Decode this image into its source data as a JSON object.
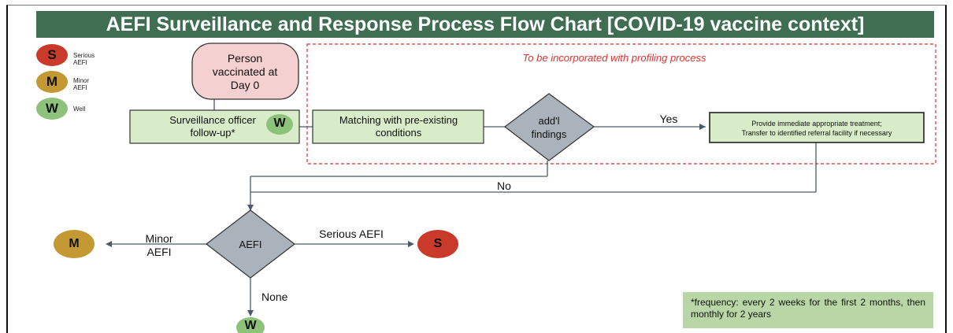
{
  "title": "AEFI Surveillance and Response Process Flow Chart [COVID-19 vaccine context]",
  "legend": [
    {
      "letter": "S",
      "label_line1": "Serious",
      "label_line2": "AEFI",
      "color": "#c93a2b"
    },
    {
      "letter": "M",
      "label_line1": "Minor",
      "label_line2": "AEFI",
      "color": "#c49833"
    },
    {
      "letter": "W",
      "label_line1": "Well",
      "label_line2": "",
      "color": "#8dc27a"
    }
  ],
  "nodes": {
    "person": "Person vaccinated at Day 0",
    "surveillance": "Surveillance officer follow-up*",
    "matching": "Matching with pre-existing conditions",
    "findings": "add'l findings",
    "treatment_line1": "Provide immediate appropriate treatment;",
    "treatment_line2": "Transfer to identified referral facility if necessary",
    "aefi": "AEFI"
  },
  "badges": {
    "surveillance_w": "W",
    "minor_m": "M",
    "serious_s": "S",
    "none_w": "W"
  },
  "edge_labels": {
    "yes": "Yes",
    "no": "No",
    "minor_line1": "Minor",
    "minor_line2": "AEFI",
    "serious": "Serious AEFI",
    "none": "None"
  },
  "profiling_note": "To be incorporated with profiling process",
  "footnote": "*frequency: every 2 weeks for the first 2 months, then monthly for 2 years",
  "colors": {
    "title_bg": "#3f6e52",
    "box_green": "#d8ecc9",
    "person_pink": "#f5d0d0",
    "diamond_gray": "#aab3bb",
    "dashed_red": "#d33333",
    "footnote_bg": "#b9d7a6"
  }
}
